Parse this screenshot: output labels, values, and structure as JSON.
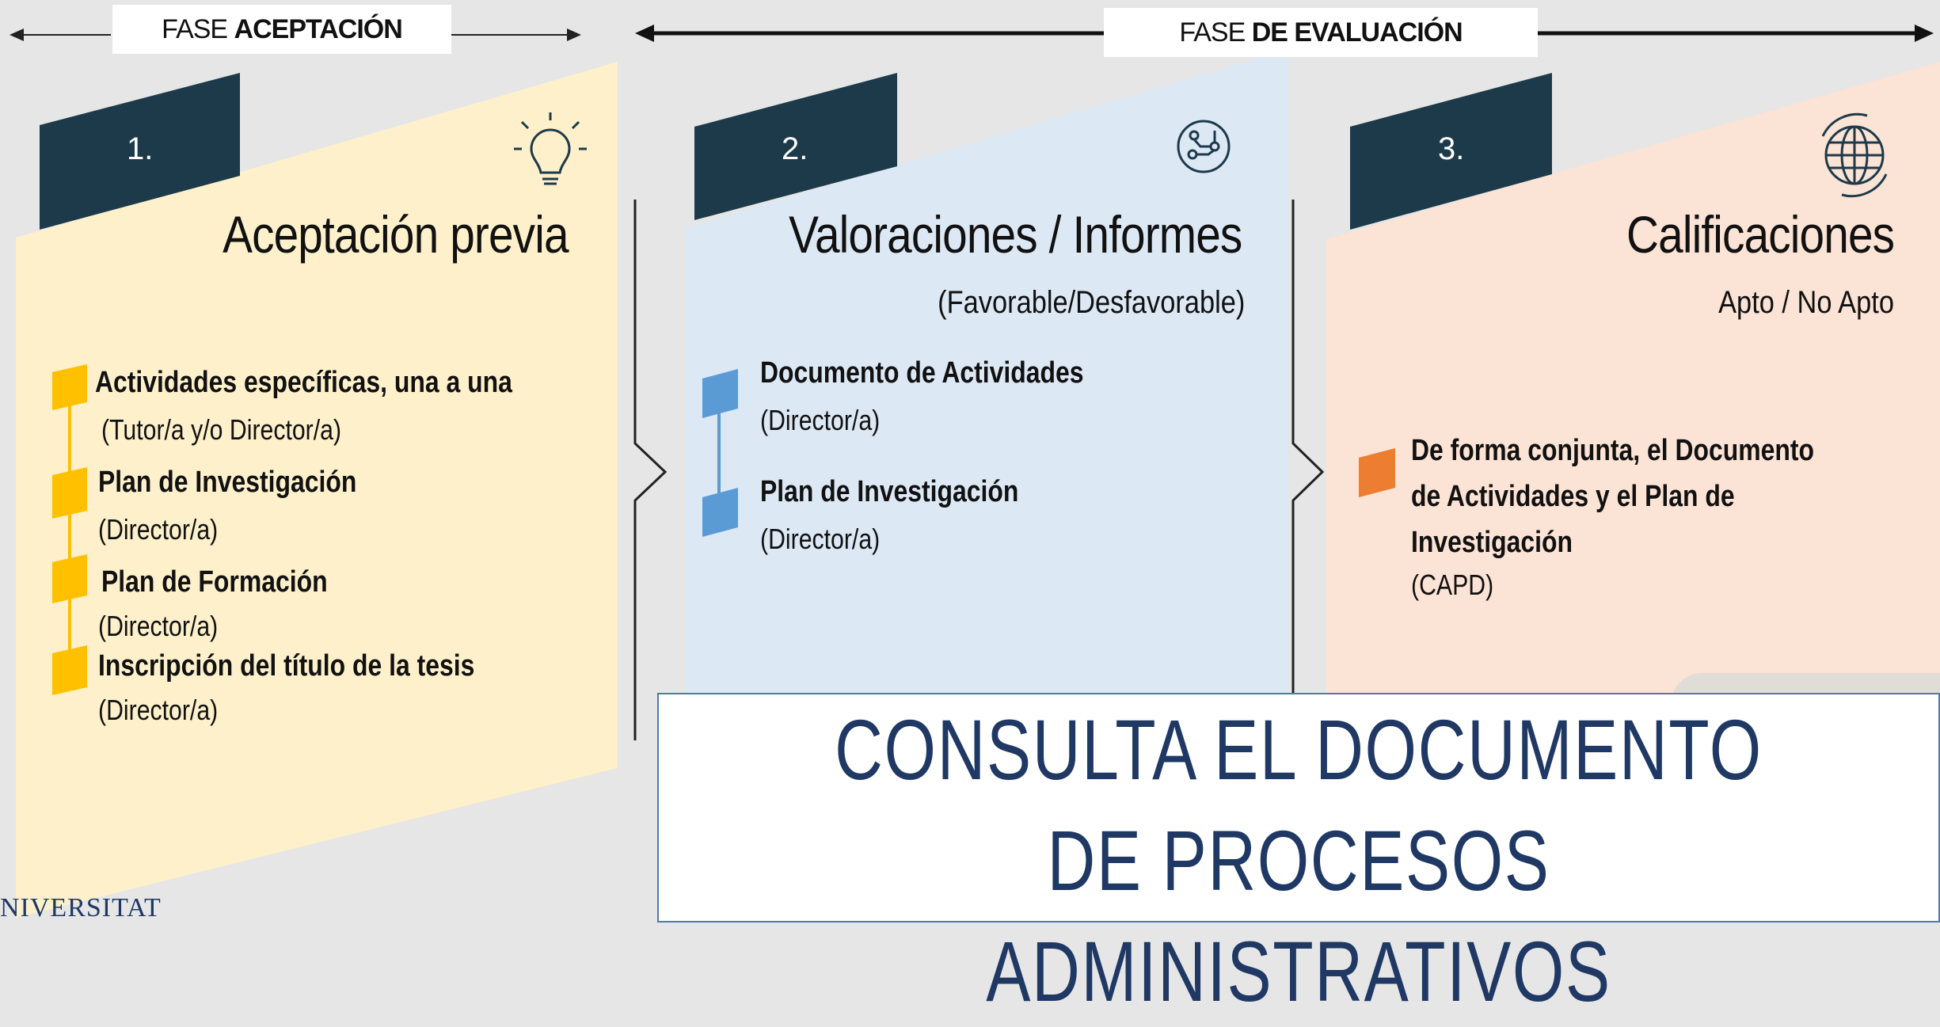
{
  "phases": {
    "acceptance": {
      "prefix": "FASE ",
      "bold": "ACEPTACIÓN"
    },
    "evaluation": {
      "prefix": "FASE ",
      "bold": "DE EVALUACIÓN"
    }
  },
  "cards": [
    {
      "number": "1.",
      "title": "Aceptación previa",
      "subtitle": "",
      "icon": "lightbulb-icon",
      "color": "#fdf0cb",
      "bullet_color": "#ffc000",
      "items": [
        {
          "title": "Actividades específicas, una a una",
          "sub": "(Tutor/a y/o Director/a)"
        },
        {
          "title": "Plan de Investigación",
          "sub": "(Director/a)"
        },
        {
          "title": "Plan de Formación",
          "sub": "(Director/a)"
        },
        {
          "title": "Inscripción del título de la tesis",
          "sub": "(Director/a)"
        }
      ]
    },
    {
      "number": "2.",
      "title": "Valoraciones / Informes",
      "subtitle": "(Favorable/Desfavorable)",
      "icon": "circuit-icon",
      "color": "#dde8f5",
      "bullet_color": "#5b9bd5",
      "items": [
        {
          "title": "Documento de Actividades",
          "sub": "(Director/a)"
        },
        {
          "title": "Plan de Investigación",
          "sub": "(Director/a)"
        }
      ]
    },
    {
      "number": "3.",
      "title": "Calificaciones",
      "subtitle": "Apto / No Apto",
      "icon": "globe-icon",
      "color": "#fbe3d5",
      "bullet_color": "#ed7d31",
      "items": [
        {
          "title": "De forma conjunta, el Documento de Actividades y el Plan de Investigación",
          "sub": "(CAPD)"
        }
      ]
    }
  ],
  "consulta": {
    "line1": "CONSULTA EL DOCUMENTO DE PROCESOS",
    "line2": "ADMINISTRATIVOS"
  },
  "logo": {
    "text": "NIVERSITAT"
  },
  "colors": {
    "dark_tab": "#1d3a4a",
    "consulta_text": "#1f3864"
  }
}
